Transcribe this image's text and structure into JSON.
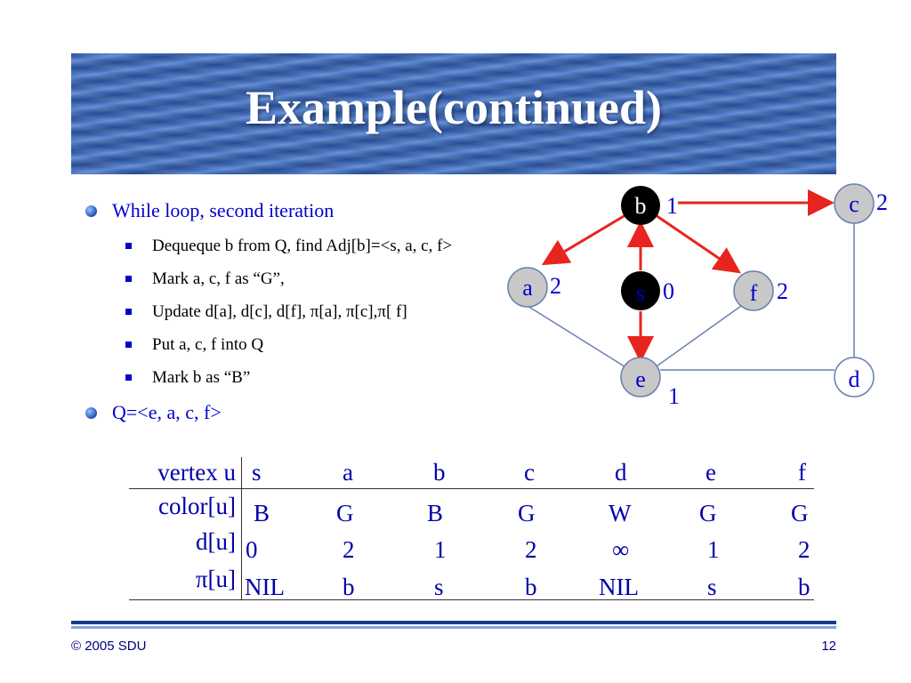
{
  "title": "Example(continued)",
  "bullets": [
    {
      "text": "While loop, second iteration",
      "level": 1,
      "children": [
        "Dequeque b from Q, find Adj[b]=<s, a, c, f>",
        "Mark a, c, f as “G”,",
        "Update d[a], d[c], d[f], π[a], π[c],π[ f]",
        "Put a, c, f into Q",
        "Mark b as “B”"
      ]
    },
    {
      "text": "Q=<e, a, c, f>",
      "level": 1,
      "children": []
    }
  ],
  "graph": {
    "nodes": [
      {
        "id": "b",
        "label": "b",
        "dist": "1",
        "state": "black"
      },
      {
        "id": "c",
        "label": "c",
        "dist": "2",
        "state": "gray"
      },
      {
        "id": "a",
        "label": "a",
        "dist": "2",
        "state": "gray"
      },
      {
        "id": "s",
        "label": "s",
        "dist": "0",
        "state": "black"
      },
      {
        "id": "f",
        "label": "f",
        "dist": "2",
        "state": "gray"
      },
      {
        "id": "e",
        "label": "e",
        "dist": "1",
        "state": "gray"
      },
      {
        "id": "d",
        "label": "d",
        "dist": "",
        "state": "white"
      }
    ],
    "colors": {
      "tree_edge": "#e8241e",
      "plain_edge": "#6a7fb0",
      "gray_fill": "#c8c8c8",
      "black_fill": "#000000",
      "label_blue": "#0000cc"
    }
  },
  "table": {
    "headers": [
      "vertex u",
      "s",
      "a",
      "b",
      "c",
      "d",
      "e",
      "f"
    ],
    "rows": [
      {
        "label": "color[u]",
        "values": [
          "B",
          "G",
          "B",
          "G",
          "W",
          "G",
          "G"
        ]
      },
      {
        "label": "d[u]",
        "values": [
          "0",
          "2",
          "1",
          "2",
          "∞",
          "1",
          "2"
        ]
      },
      {
        "label": "π[u]",
        "values": [
          "NIL",
          "b",
          "s",
          "b",
          "NIL",
          "s",
          "b"
        ]
      }
    ]
  },
  "footer": {
    "left": "© 2005 SDU",
    "right": "12"
  }
}
